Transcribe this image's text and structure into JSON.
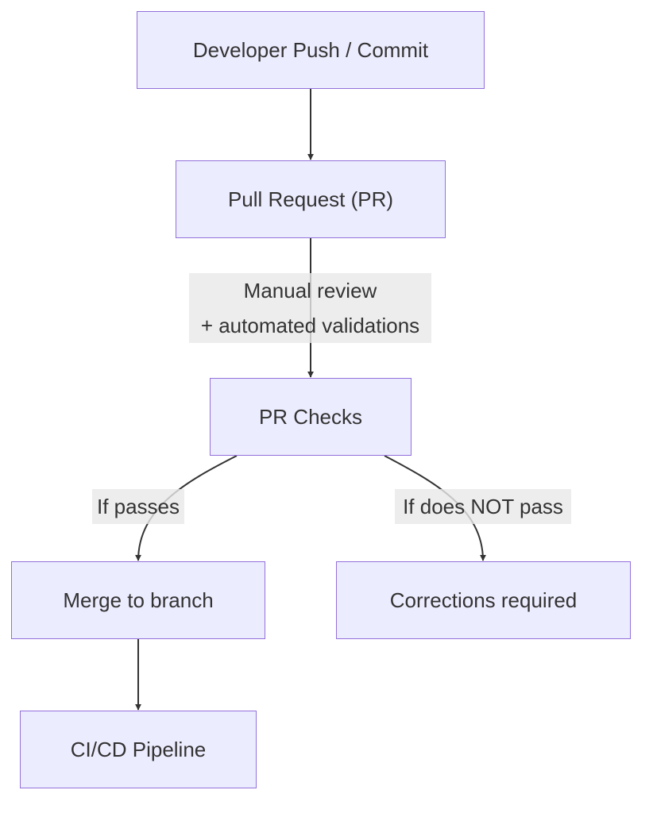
{
  "diagram": {
    "nodes": {
      "push": "Developer Push / Commit",
      "pr": "Pull Request (PR)",
      "checks": "PR Checks",
      "merge": "Merge to branch",
      "corrections": "Corrections required",
      "cicd": "CI/CD Pipeline"
    },
    "edge_labels": {
      "pr_to_checks_line1": "Manual review",
      "pr_to_checks_line2": "+ automated validations",
      "checks_to_merge": "If passes",
      "checks_to_corrections": "If does NOT pass"
    }
  }
}
